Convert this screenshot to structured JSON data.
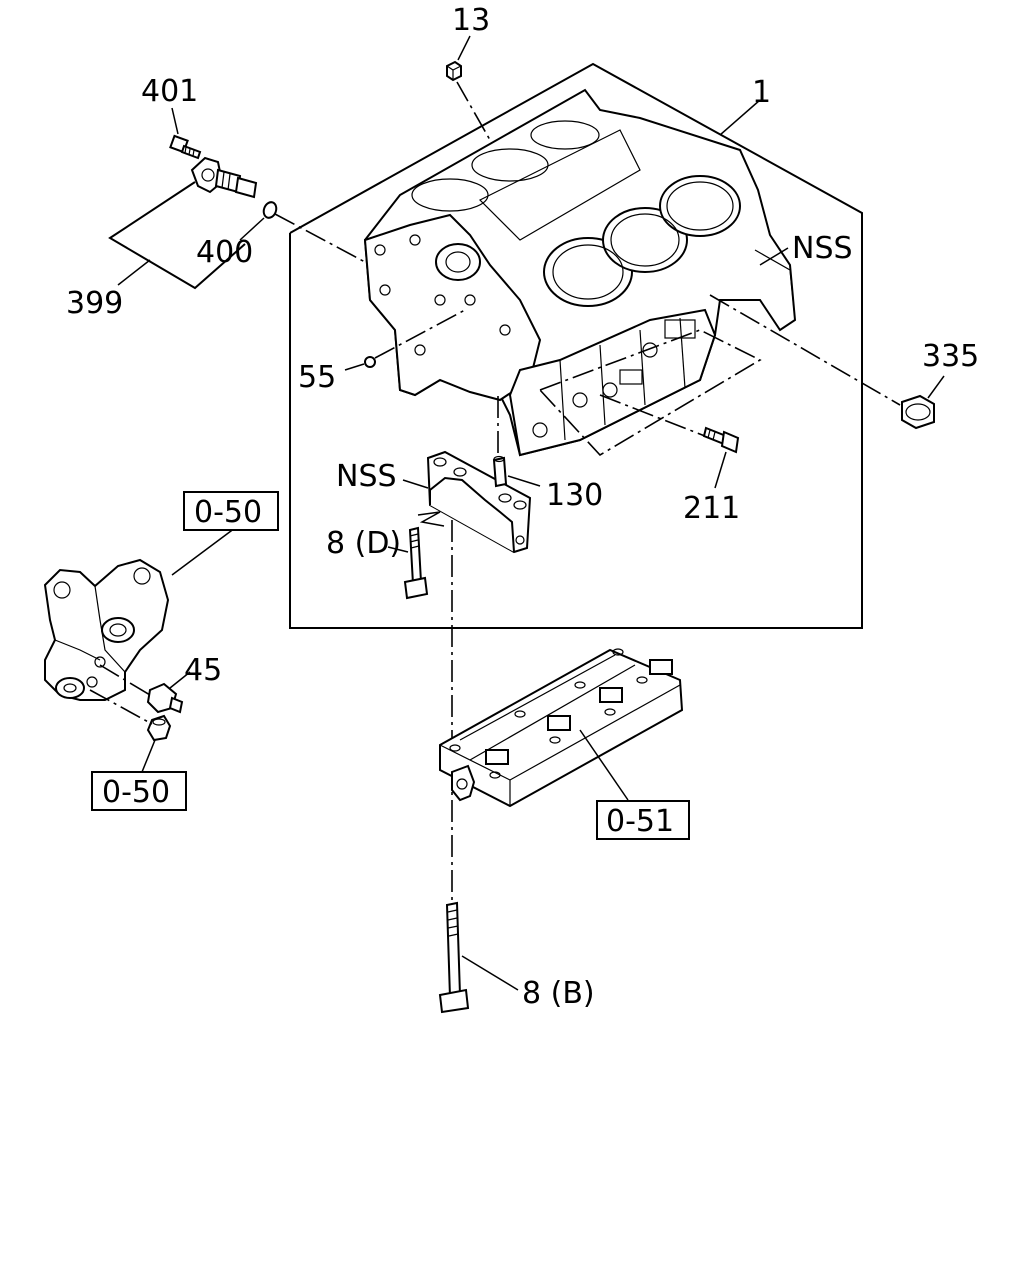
{
  "labels": {
    "p13": "13",
    "p401": "401",
    "p1": "1",
    "p400": "400",
    "nss_top": "NSS",
    "p399": "399",
    "p335": "335",
    "p55": "55",
    "nss_cap": "NSS",
    "p130": "130",
    "p211": "211",
    "p8d": "8 (D)",
    "ref_050_top": "0-50",
    "p45": "45",
    "ref_050_bottom": "0-50",
    "ref_051": "0-51",
    "p8b": "8 (B)"
  },
  "icons": [
    "cylinder-block-part",
    "oil-pressure-switch-part",
    "oil-filter-bracket-part",
    "main-bearing-cap-part",
    "bearing-beam-part",
    "bolt-part",
    "plug-part",
    "dowel-pin-part",
    "o-ring-part"
  ]
}
